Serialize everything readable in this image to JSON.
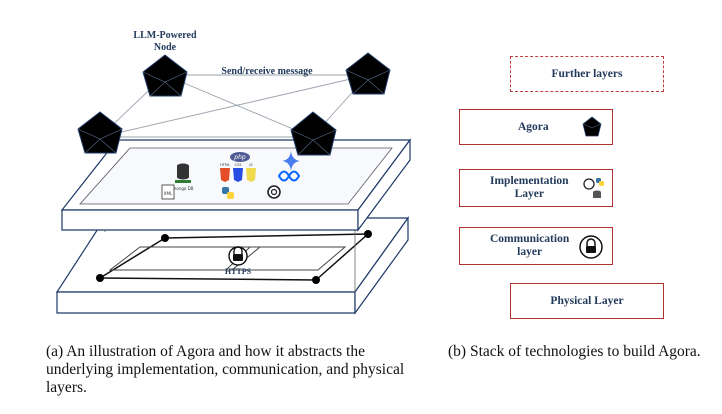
{
  "left_figure": {
    "node_label_line1": "LLM-Powered",
    "node_label_line2": "Node",
    "message_label": "Send/receive message",
    "https_label": "HTTPS",
    "mongo_label": "mongo DB",
    "xml_label": "XML",
    "php_label": "php",
    "html_label": "HTML",
    "css_label": "CSS",
    "js_label": "JS"
  },
  "stack": {
    "further_layers": "Further layers",
    "agora": "Agora",
    "implementation_line1": "Implementation",
    "implementation_line2": "Layer",
    "communication_line1": "Communication",
    "communication_line2": "layer",
    "physical": "Physical Layer"
  },
  "captions": {
    "a": "(a) An illustration of Agora and how it abstracts the underlying implementation, communication, and physical layers.",
    "b": "(b) Stack of technologies to build Agora."
  }
}
